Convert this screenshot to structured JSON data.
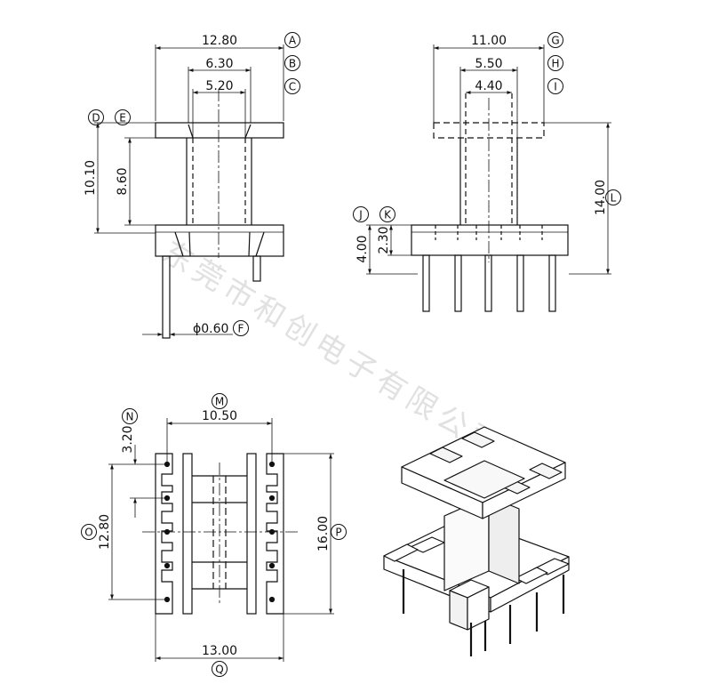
{
  "watermark": "东莞市和创电子有限公司",
  "views": {
    "front": {
      "dims": {
        "A": "12.80",
        "B": "6.30",
        "C": "5.20",
        "D": "10.10",
        "E": "8.60",
        "F": "ϕ0.60"
      }
    },
    "side": {
      "dims": {
        "G": "11.00",
        "H": "5.50",
        "I": "4.40",
        "J": "4.00",
        "K": "2.30",
        "L": "14.00"
      }
    },
    "bottom": {
      "dims": {
        "M": "10.50",
        "N": "3.20",
        "O": "12.80",
        "P": "16.00",
        "Q": "13.00"
      }
    }
  }
}
